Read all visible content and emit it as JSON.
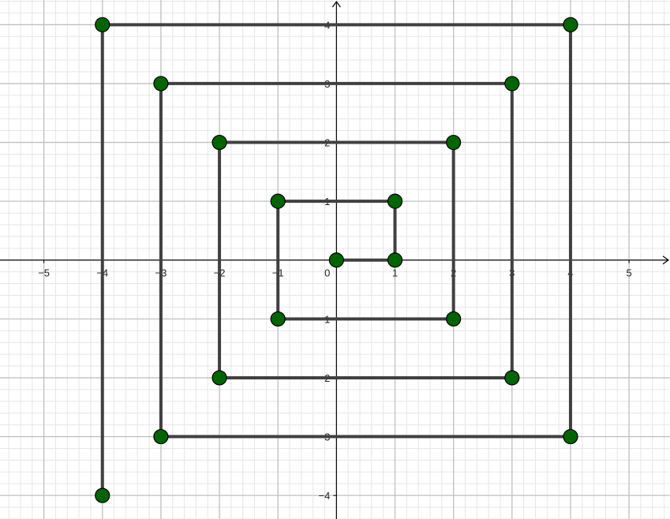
{
  "chart_data": {
    "type": "line",
    "title": "",
    "xlabel": "",
    "ylabel": "",
    "xlim": [
      -5.75,
      5.7
    ],
    "ylim": [
      -4.4,
      4.42
    ],
    "grid": true,
    "minor_grid": true,
    "x_ticks": [
      -5,
      -4,
      -3,
      -2,
      -1,
      0,
      1,
      2,
      3,
      4,
      5
    ],
    "y_ticks": [
      -4,
      -3,
      -2,
      -1,
      1,
      2,
      3,
      4
    ],
    "x_tick_labels": [
      "-5",
      "-4",
      "-3",
      "-2",
      "-1",
      "0",
      "1",
      "2",
      "3",
      "4",
      "5"
    ],
    "y_tick_labels": [
      "-4",
      "-3",
      "-2",
      "-1",
      "1",
      "2",
      "3",
      "4"
    ],
    "series": [
      {
        "x": [
          0,
          1,
          1,
          -1,
          -1,
          2,
          2,
          -2,
          -2,
          3,
          3,
          -3,
          -3,
          4,
          4,
          -4,
          -4
        ],
        "y": [
          0,
          0,
          1,
          1,
          -1,
          -1,
          2,
          2,
          -2,
          -2,
          3,
          3,
          -3,
          -3,
          4,
          4,
          -4
        ],
        "line_color": "#404040",
        "marker_color": "#006400",
        "marker_edge_color": "#000000"
      }
    ],
    "axis_color": "#000000",
    "major_grid_color": "#c0c0c0",
    "minor_grid_color": "#e6e6e6"
  }
}
